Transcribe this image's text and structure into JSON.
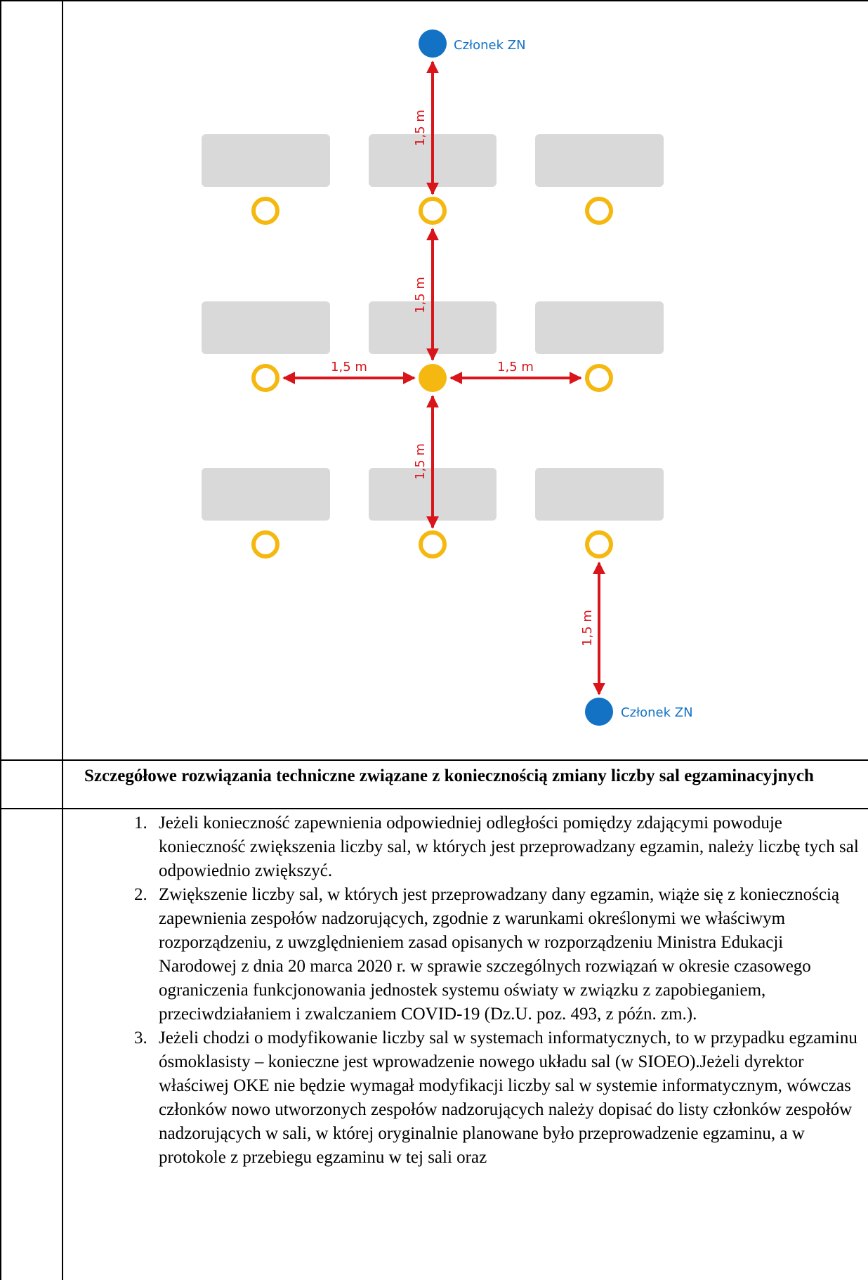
{
  "diagram": {
    "member_label_top": "Członek ZN",
    "member_label_bottom": "Członek ZN",
    "distance_label": "1,5 m",
    "colors": {
      "member": "#1472C4",
      "student": "#F5B811",
      "arrow": "#D9141B",
      "desk": "#D9D9D9"
    }
  },
  "section": {
    "heading": "Szczegółowe rozwiązania techniczne związane z koniecznością zmiany liczby sal egzaminacyjnych",
    "items": [
      "Jeżeli konieczność zapewnienia odpowiedniej odległości pomiędzy zdającymi powoduje konieczność zwiększenia liczby sal, w których jest przeprowadzany egzamin, należy liczbę tych sal odpowiednio zwiększyć.",
      "Zwiększenie liczby sal, w których jest przeprowadzany dany egzamin, wiąże się z koniecznością zapewnienia zespołów nadzorujących, zgodnie z warunkami określonymi we właściwym rozporządzeniu, z uwzględnieniem zasad opisanych w rozporządzeniu Ministra Edukacji Narodowej z dnia 20 marca 2020 r. w sprawie szczególnych rozwiązań w okresie czasowego ograniczenia funkcjonowania jednostek systemu oświaty w związku z zapobieganiem, przeciwdziałaniem i zwalczaniem COVID-19 (Dz.U. poz. 493, z późn. zm.).",
      "Jeżeli chodzi o modyfikowanie liczby sal w systemach informatycznych, to w przypadku egzaminu ósmoklasisty – konieczne jest wprowadzenie nowego układu sal (w SIOEO).Jeżeli dyrektor właściwej OKE nie będzie wymagał modyfikacji liczby sal w systemie informatycznym, wówczas członków nowo utworzonych zespołów nadzorujących należy dopisać do listy członków zespołów nadzorujących w sali, w której oryginalnie planowane było przeprowadzenie egzaminu, a w protokole z przebiegu egzaminu w tej sali oraz"
    ]
  }
}
